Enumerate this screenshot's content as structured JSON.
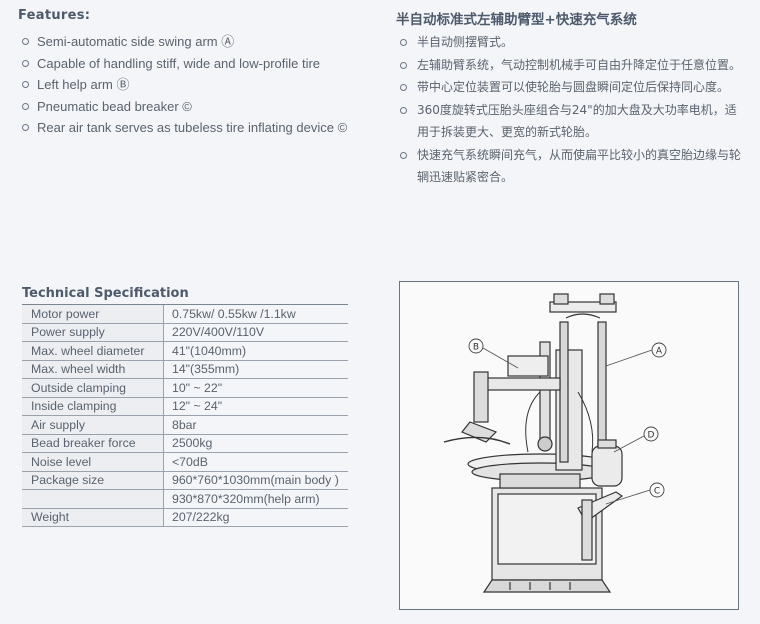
{
  "features": {
    "title": "Features:",
    "items": [
      "Semi-automatic side swing arm Ⓐ",
      "Capable of handling stiff, wide and low-profile tire",
      "Left help arm Ⓑ",
      "Pneumatic bead breaker ©",
      "Rear air tank serves as tubeless tire inflating device ©"
    ]
  },
  "cn_features": {
    "title": "半自动标准式左辅助臂型+快速充气系统",
    "items": [
      "半自动侧摆臂式。",
      "左辅助臂系统，气动控制机械手可自由升降定位于任意位置。",
      "带中心定位装置可以使轮胎与圆盘瞬间定位后保持同心度。",
      "360度旋转式压胎头座组合与24\"的加大盘及大功率电机，适用于拆装更大、更宽的新式轮胎。",
      "快速充气系统瞬间充气，从而使扁平比较小的真空胎边缘与轮辋迅速贴紧密合。"
    ]
  },
  "spec": {
    "title": "Technical Specification",
    "rows": [
      {
        "key": "Motor power",
        "value": "0.75kw/ 0.55kw /1.1kw"
      },
      {
        "key": "Power supply",
        "value": "220V/400V/110V"
      },
      {
        "key": "Max. wheel diameter",
        "value": "41\"(1040mm)"
      },
      {
        "key": "Max. wheel width",
        "value": "14\"(355mm)"
      },
      {
        "key": "Outside clamping",
        "value": "10\" ~ 22\""
      },
      {
        "key": "Inside clamping",
        "value": "12\" ~ 24\""
      },
      {
        "key": "Air supply",
        "value": "8bar"
      },
      {
        "key": "Bead breaker force",
        "value": "2500kg"
      },
      {
        "key": "Noise level",
        "value": "<70dB"
      },
      {
        "key": "Package size",
        "value": "960*760*1030mm(main body )"
      },
      {
        "key": "",
        "value": "930*870*320mm(help arm)"
      },
      {
        "key": "Weight",
        "value": "207/222kg"
      }
    ]
  },
  "diagram": {
    "labels": {
      "a": "A",
      "b": "B",
      "c": "C",
      "d": "D"
    }
  }
}
